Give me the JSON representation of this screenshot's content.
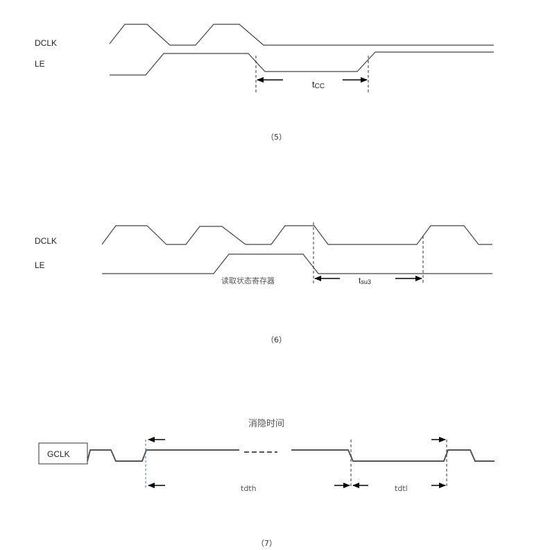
{
  "diagram5": {
    "label_dclk": "DCLK",
    "label_le": "LE",
    "timing_label_main": "t",
    "timing_label_sub": "CC",
    "caption": "（5）"
  },
  "diagram6": {
    "label_dclk": "DCLK",
    "label_le": "LE",
    "le_annotation": "读取状态寄存器",
    "timing_label_main": "t",
    "timing_label_sub": "su3",
    "caption": "（6）"
  },
  "diagram7": {
    "title": "消隐时间",
    "label_gclk": "GCLK",
    "timing_high": "tdth",
    "timing_low": "tdtl",
    "caption": "（7）"
  },
  "colors": {
    "waveform": "#444444",
    "guide_dashed_blue": "#3b6fd6",
    "arrow": "#000000"
  }
}
